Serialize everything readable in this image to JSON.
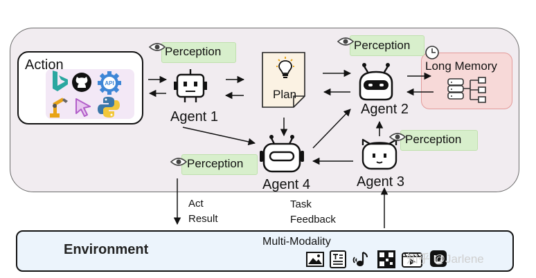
{
  "action": {
    "title": "Action",
    "icons": [
      "bing-icon",
      "github-icon",
      "api-gear-icon",
      "robot-arm-icon",
      "cursor-icon",
      "python-icon"
    ],
    "api_icon_text": "API"
  },
  "perception_label": "Perception",
  "agents": {
    "agent1": "Agent 1",
    "agent2": "Agent 2",
    "agent3": "Agent  3",
    "agent4": "Agent 4"
  },
  "plan": {
    "label": "Plan"
  },
  "memory": {
    "title": "Long Memory"
  },
  "edges": {
    "act_result": [
      "Act",
      "Result"
    ],
    "task_feedback": [
      "Task",
      "Feedback"
    ]
  },
  "environment": {
    "title": "Environment",
    "multimodality": "Multi-Modality",
    "modality_icons": [
      "image-icon",
      "text-doc-icon",
      "audio-note-icon",
      "qr-code-icon",
      "video-icon",
      "app-icon"
    ]
  },
  "watermark": "知乎 @Jarlene",
  "colors": {
    "outer_fill": "#f1ecf0",
    "perception_fill": "#d8efcc",
    "memory_fill": "#f7d9d8",
    "environment_fill": "#ecf4fc",
    "icon_panel_fill": "#f3e8f6"
  }
}
